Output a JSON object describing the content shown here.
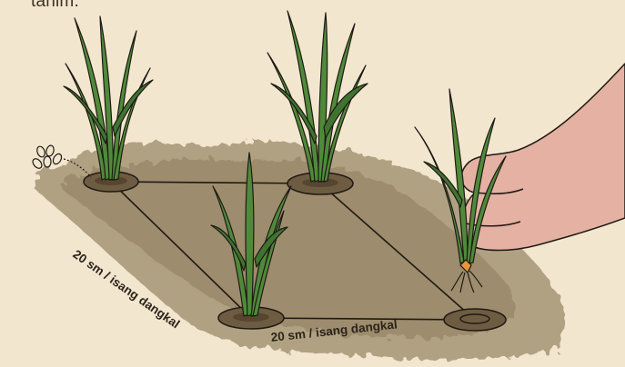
{
  "top_caption": "tanim.",
  "labels": {
    "left_side": "20 sm / isang dangkal",
    "bottom_side": "20 sm / isang dangkal"
  },
  "colors": {
    "background": "#f3e6cf",
    "soil": "#9c8a6a",
    "soil_dark": "#7d6b4f",
    "leaf": "#4f8a3a",
    "leaf_dark": "#2f5e24",
    "hand": "#e4b1a3",
    "outline": "#1e1a14"
  },
  "icons": [
    "seed-icon",
    "hand-icon",
    "rice-seedling-icon"
  ]
}
